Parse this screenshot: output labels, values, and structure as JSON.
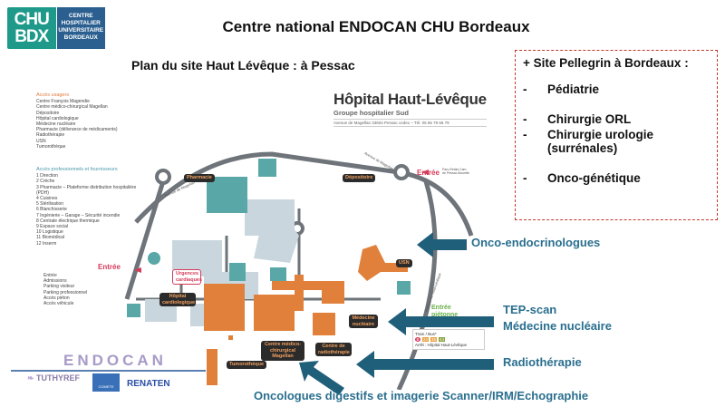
{
  "logo": {
    "left": [
      "CHU",
      "BDX"
    ],
    "right": [
      "CENTRE",
      "HOSPITALIER",
      "UNIVERSITAIRE",
      "BORDEAUX"
    ]
  },
  "title": "Centre national ENDOCAN CHU Bordeaux",
  "subtitle": "Plan du site Haut Lévêque : à Pessac",
  "side_box": {
    "heading": "+ Site Pellegrin à Bordeaux :",
    "items": [
      {
        "dash": "-",
        "label": "Pédiatrie"
      },
      {
        "dash": "-",
        "label": "Chirurgie ORL"
      },
      {
        "dash": "-",
        "label": "Chirurgie urologie (surrénales)"
      },
      {
        "dash": "-",
        "label": "Onco-génétique"
      }
    ]
  },
  "map": {
    "hospital_name": "Hôpital Haut-Lévêque",
    "group": "Groupe hospitalier Sud",
    "address": "Avenue de Magellan 33604 Pessac cedex – Tél. 05 56 79 56 79",
    "legend_users_heading": "Accès usagers",
    "legend_users": [
      "Centre François Magendie",
      "Centre médico-chirurgical Magellan",
      "Dépositoire",
      "Hôpital cardiologique",
      "Médecine nucléaire",
      "Pharmacie (délivrance de médicaments)",
      "Radiothérapie",
      "USN",
      "Tumorothèque"
    ],
    "legend_pro_heading": "Accès professionnels et fournisseurs",
    "legend_pro": [
      "1 Direction",
      "2 Crèche",
      "3 Pharmacie – Plateforme distribution hospitalière (PDH)",
      "4 Cuisines",
      "5 Stérilisation",
      "6 Blanchisserie",
      "7 Ingénierie – Garage – Sécurité incendie",
      "8 Centrale électrique thermique",
      "9 Espace social",
      "10 Logistique",
      "11 Biomédical",
      "12 Inserm"
    ],
    "legend_symbols": [
      "Entrée",
      "Admissions",
      "Parking visiteur",
      "Parking professionnel",
      "Accès piéton",
      "Accès véhicule"
    ],
    "tags": {
      "pharmacie": "Pharmacie",
      "depositoire": "Dépositoire",
      "urgences": "Urgences cardiaques",
      "cardio": "Hôpital cardiologique",
      "magellan": "Centre médico-chirurgical Magellan",
      "radio": "Centre de radiothérapie",
      "nucleaire": "Médecine nucléaire",
      "usn": "USN",
      "tumoro": "Tumorothèque"
    },
    "entree": "Entrée",
    "entree_pietonne": "Entrée piétonne",
    "tram_heading": "Tram / Bus*",
    "tram_lines": [
      "B",
      "24",
      "36",
      "44"
    ],
    "tram_stop": "Arrêt : Hôpital Haut-Lévêque",
    "road_labels": [
      "Avenue de Magellan",
      "Avenue de Magellan",
      "Avenue du Haut-Lévêque"
    ],
    "parking_note": "Parc-Relais Cam de Pessac Alouette",
    "colors": {
      "building": "#e0803a",
      "road": "#6e7479",
      "arrow": "#1f5f7a",
      "entry": "#d63a5a"
    }
  },
  "callouts": {
    "onco_endo": "Onco-endocrinologues",
    "tep": "TEP-scan",
    "mednuc": "Médecine nucléaire",
    "radio": "Radiothérapie",
    "digest": "Oncologues digestifs et imagerie Scanner/IRM/Echographie"
  },
  "footer_logos": {
    "endocan": "ENDOCAN",
    "tuthyref": "TUTHYREF",
    "comete": "COMETE",
    "renaten": "RENATEN"
  }
}
